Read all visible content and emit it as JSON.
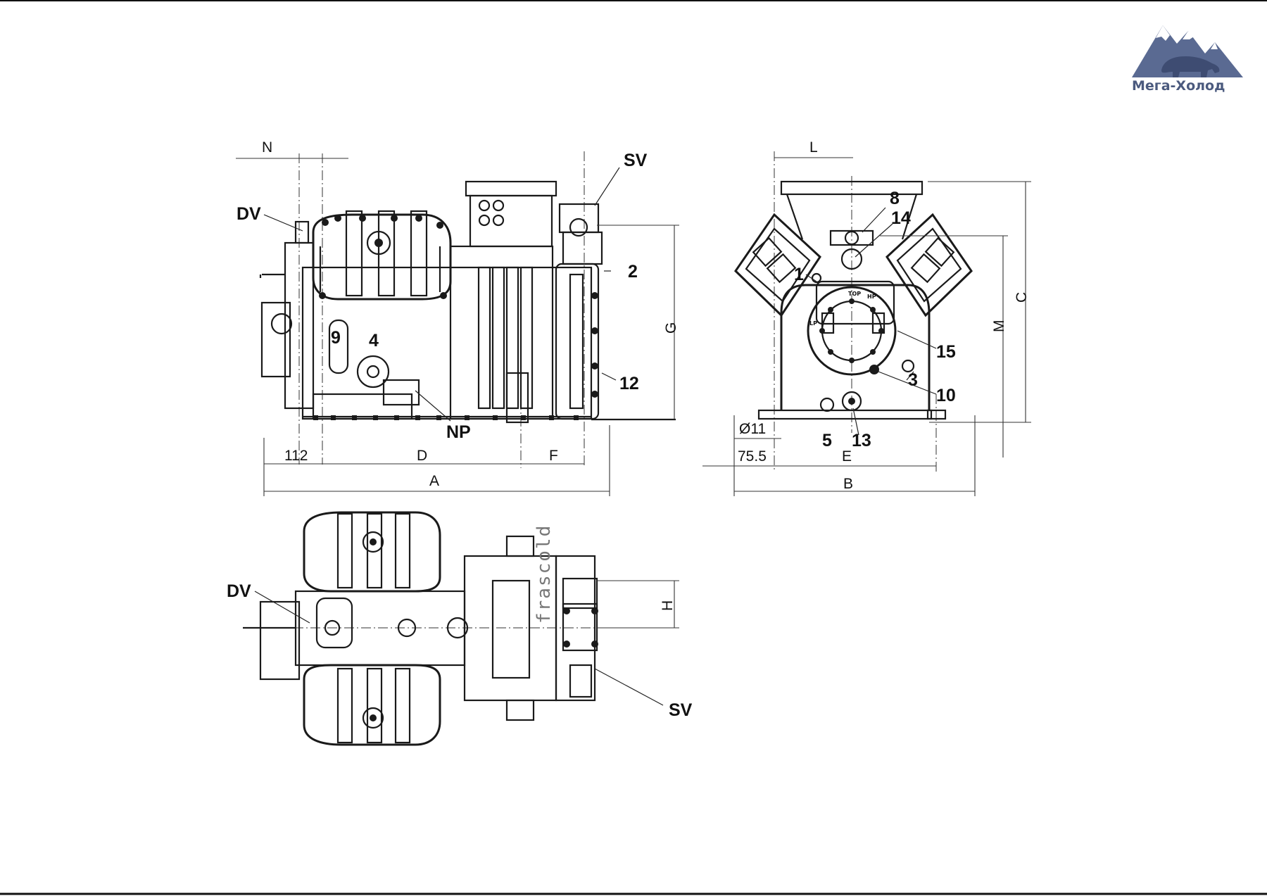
{
  "logo": {
    "text": "Мега-Холод",
    "colors": {
      "mountain": "#5a6a92",
      "snow": "#ffffff",
      "text": "#4b5a7e"
    },
    "icon": "bear-mountain-logo-icon"
  },
  "side_view": {
    "callouts": {
      "dv": "DV",
      "sv": "SV",
      "c2": "2",
      "c4": "4",
      "c9": "9",
      "c12": "12",
      "np": "NP"
    },
    "dimensions": {
      "n": "N",
      "g": "G",
      "d112": "112",
      "d": "D",
      "f": "F",
      "a": "A"
    }
  },
  "front_view": {
    "callouts": {
      "c1": "1",
      "c3": "3",
      "c5": "5",
      "c8": "8",
      "c10": "10",
      "c13": "13",
      "c14": "14",
      "c15": "15"
    },
    "dimensions": {
      "l": "L",
      "c": "C",
      "m": "M",
      "d11": "Ø11",
      "d755": "75.5",
      "e": "E",
      "b": "B"
    },
    "plate_marks": {
      "top": "TOP",
      "hp": "HP",
      "lp": "LP"
    }
  },
  "top_view": {
    "callouts": {
      "dv": "DV",
      "sv": "SV"
    },
    "dimensions": {
      "h": "H"
    },
    "brand_plate": "frascold"
  }
}
